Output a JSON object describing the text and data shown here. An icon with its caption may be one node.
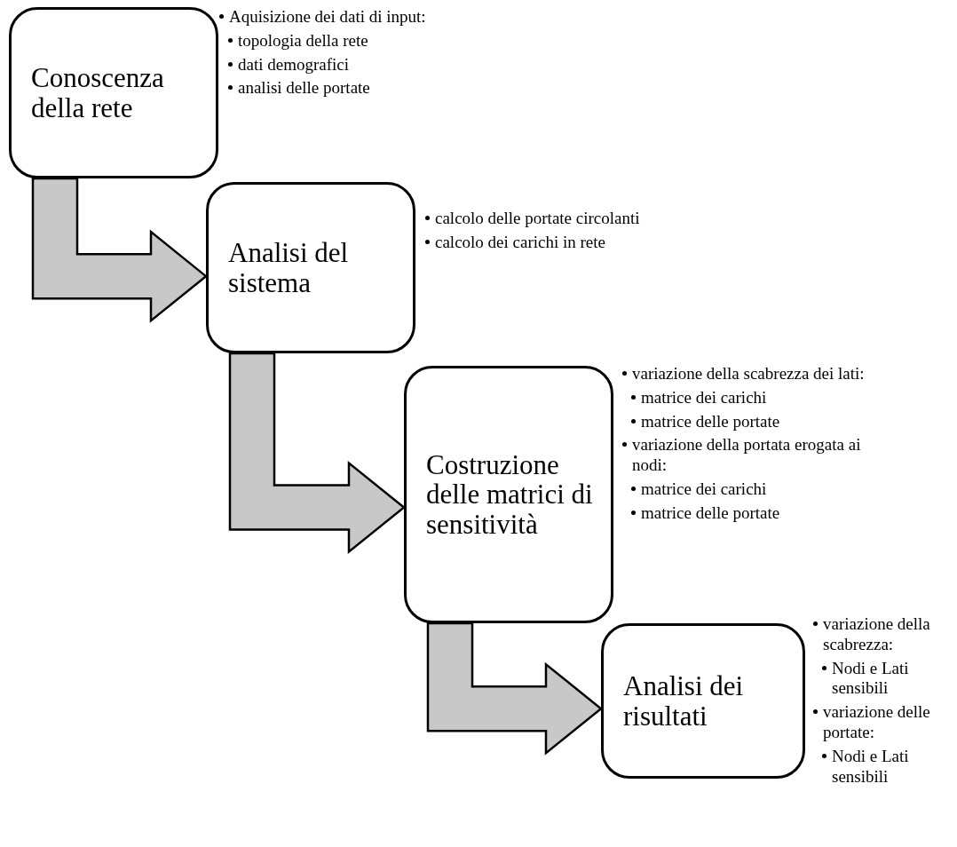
{
  "diagram": {
    "nodes": [
      {
        "text": [
          "Conoscenza della rete"
        ],
        "beside": [
          "Aquisizione dei dati di input:",
          "topologia della rete",
          "dati demografici",
          "analisi delle portate"
        ]
      },
      {
        "text": [
          "Analisi del sistema"
        ],
        "beside": [
          "calcolo delle portate circolanti",
          "calcolo dei carichi in rete"
        ]
      },
      {
        "text": [
          "Costruzione delle matrici di sensitività"
        ],
        "beside": [
          "variazione della scabrezza dei lati:",
          "matrice dei carichi",
          "matrice delle portate",
          "variazione della portata erogata ai nodi:",
          "matrice dei carichi",
          "matrice delle portate"
        ]
      },
      {
        "text": [
          "Analisi dei risultati"
        ],
        "beside": [
          "variazione della scabrezza:",
          "Nodi e Lati sensibili",
          "variazione delle portate:",
          "Nodi e Lati sensibili"
        ]
      }
    ],
    "edges": [
      {
        "from": 0,
        "to": 1,
        "arrow": "to",
        "style": "thick"
      },
      {
        "from": 1,
        "to": 2,
        "arrow": "to",
        "style": "thick"
      },
      {
        "from": 2,
        "to": 3,
        "arrow": "to",
        "style": "thick"
      }
    ]
  }
}
